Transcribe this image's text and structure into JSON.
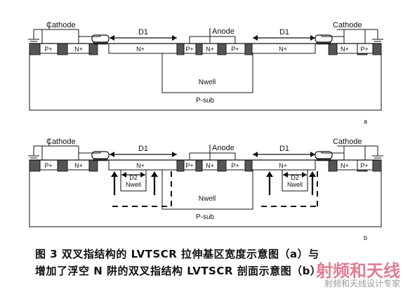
{
  "diagram_a": {
    "tag": "a",
    "cathode_left": "Cathode",
    "cathode_right": "Cathode",
    "anode": "Anode",
    "d1_left": "D1",
    "d1_right": "D1",
    "regions": {
      "p_plus": "P+",
      "n_plus": "N+",
      "nwell": "Nwell",
      "psub": "P-sub"
    }
  },
  "diagram_b": {
    "tag": "b",
    "cathode_left": "Cathode",
    "cathode_right": "Cathode",
    "anode": "Anode",
    "d1_left": "D1",
    "d1_right": "D1",
    "d2_left": "D2",
    "d2_right": "D2",
    "regions": {
      "p_plus": "P+",
      "n_plus": "N+",
      "nwell": "Nwell",
      "floating_nwell": "Nwell",
      "psub": "P-sub"
    }
  },
  "caption": {
    "line1": "图 3  双叉指结构的 LVTSCR 拉伸基区宽度示意图（a）与",
    "line2": "增加了浮空 N 阱的双叉指结构 LVTSCR 剖面示意图（b）"
  },
  "watermark": {
    "title": "射频和天线",
    "subtitle": "射频和天线设计专家"
  }
}
